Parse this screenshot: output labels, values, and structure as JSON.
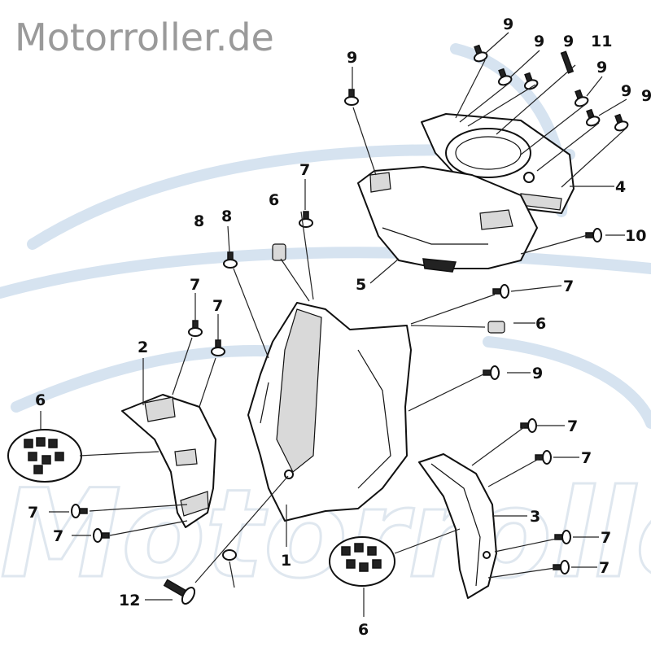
{
  "watermark": {
    "brand": "Motorroller.de",
    "background_word": "Motorroller",
    "color": "#9a9a9a",
    "swoosh_color": "#d6e3f0"
  },
  "callouts": [
    {
      "id": "c1",
      "text": "1"
    },
    {
      "id": "c2",
      "text": "2"
    },
    {
      "id": "c3",
      "text": "3"
    },
    {
      "id": "c4",
      "text": "4"
    },
    {
      "id": "c5",
      "text": "5"
    },
    {
      "id": "c6a",
      "text": "6"
    },
    {
      "id": "c6b",
      "text": "6"
    },
    {
      "id": "c6c",
      "text": "6"
    },
    {
      "id": "c6d",
      "text": "6"
    },
    {
      "id": "c7a",
      "text": "7"
    },
    {
      "id": "c7b",
      "text": "7"
    },
    {
      "id": "c7c",
      "text": "7"
    },
    {
      "id": "c7d",
      "text": "7"
    },
    {
      "id": "c7e",
      "text": "7"
    },
    {
      "id": "c7f",
      "text": "7"
    },
    {
      "id": "c7g",
      "text": "7"
    },
    {
      "id": "c7h",
      "text": "7"
    },
    {
      "id": "c7i",
      "text": "7"
    },
    {
      "id": "c7j",
      "text": "7"
    },
    {
      "id": "c8a",
      "text": "8"
    },
    {
      "id": "c8b",
      "text": "8"
    },
    {
      "id": "c9a",
      "text": "9"
    },
    {
      "id": "c9b",
      "text": "9"
    },
    {
      "id": "c9c",
      "text": "9"
    },
    {
      "id": "c9d",
      "text": "9"
    },
    {
      "id": "c9e",
      "text": "9"
    },
    {
      "id": "c9f",
      "text": "9"
    },
    {
      "id": "c9g",
      "text": "9"
    },
    {
      "id": "c9h",
      "text": "9"
    },
    {
      "id": "c10",
      "text": "10"
    },
    {
      "id": "c11",
      "text": "11"
    },
    {
      "id": "c12",
      "text": "12"
    }
  ]
}
